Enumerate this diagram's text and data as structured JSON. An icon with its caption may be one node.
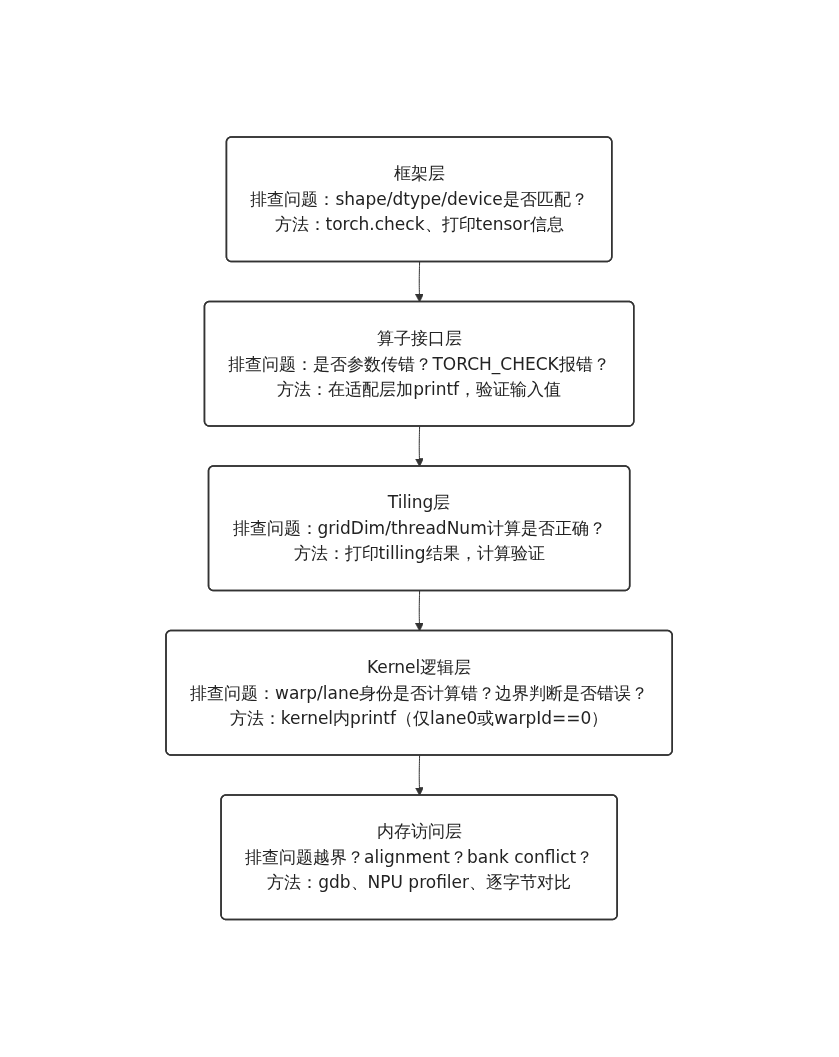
{
  "diagram": {
    "nodes": [
      {
        "text": [
          "框架层",
          "排查问题：shape/dtype/device是否匹配？",
          "方法：torch.check、打印tensor信息"
        ]
      },
      {
        "text": [
          "算子接口层",
          "排查问题：是否参数传错？TORCH_CHECK报错？",
          "方法：在适配层加printf，验证输入值"
        ]
      },
      {
        "text": [
          "Tiling层",
          "排查问题：gridDim/threadNum计算是否正确？",
          "方法：打印tilling结果，计算验证"
        ]
      },
      {
        "text": [
          "Kernel逻辑层",
          "排查问题：warp/lane身份是否计算错？边界判断是否错误？",
          "方法：kernel内printf（仅lane0或warpId==0）"
        ]
      },
      {
        "text": [
          "内存访问层",
          "排查问题越界？alignment？bank conflict？",
          "方法：gdb、NPU profiler、逐字节对比"
        ]
      }
    ],
    "edges": [
      {
        "from": 0,
        "to": 1,
        "arrow": "to"
      },
      {
        "from": 1,
        "to": 2,
        "arrow": "to"
      },
      {
        "from": 2,
        "to": 3,
        "arrow": "to"
      },
      {
        "from": 3,
        "to": 4,
        "arrow": "to"
      }
    ]
  }
}
